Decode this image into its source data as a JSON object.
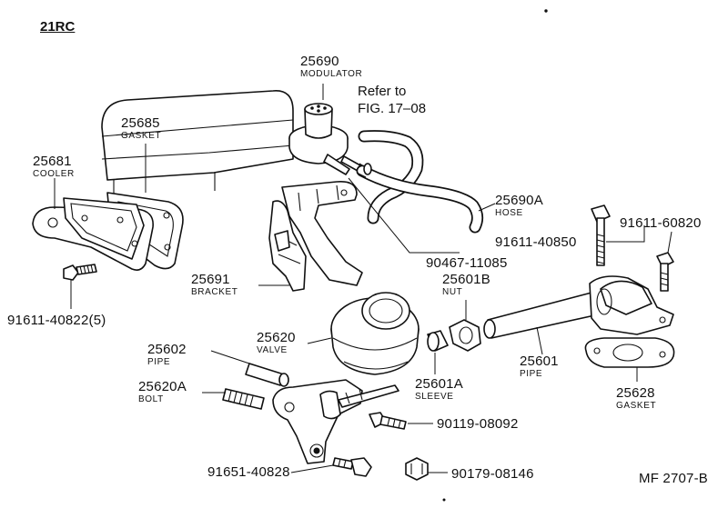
{
  "engine_code": "21RC",
  "figure_code": "MF 2707-B",
  "reference": {
    "line1": "Refer to",
    "line2": "FIG. 17–08"
  },
  "parts": {
    "p25690": {
      "number": "25690",
      "name": "MODULATOR"
    },
    "p25685": {
      "number": "25685",
      "name": "GASKET"
    },
    "p25681": {
      "number": "25681",
      "name": "COOLER"
    },
    "p25690A": {
      "number": "25690A",
      "name": "HOSE"
    },
    "p25691": {
      "number": "25691",
      "name": "BRACKET"
    },
    "p25601B": {
      "number": "25601B",
      "name": "NUT"
    },
    "p25620": {
      "number": "25620",
      "name": "VALVE"
    },
    "p25602": {
      "number": "25602",
      "name": "PIPE"
    },
    "p25620A": {
      "number": "25620A",
      "name": "BOLT"
    },
    "p25601A": {
      "number": "25601A",
      "name": "SLEEVE"
    },
    "p25601": {
      "number": "25601",
      "name": "PIPE"
    },
    "p25628": {
      "number": "25628",
      "name": "GASKET"
    }
  },
  "fasteners": {
    "f9161160820": "91611-60820",
    "f9161140850": "91611-40850",
    "f9046711085": "90467-11085",
    "f9161140822": "91611-40822(5)",
    "f9011908092": "90119-08092",
    "f9165140828": "91651-40828",
    "f9017908146": "90179-08146"
  }
}
